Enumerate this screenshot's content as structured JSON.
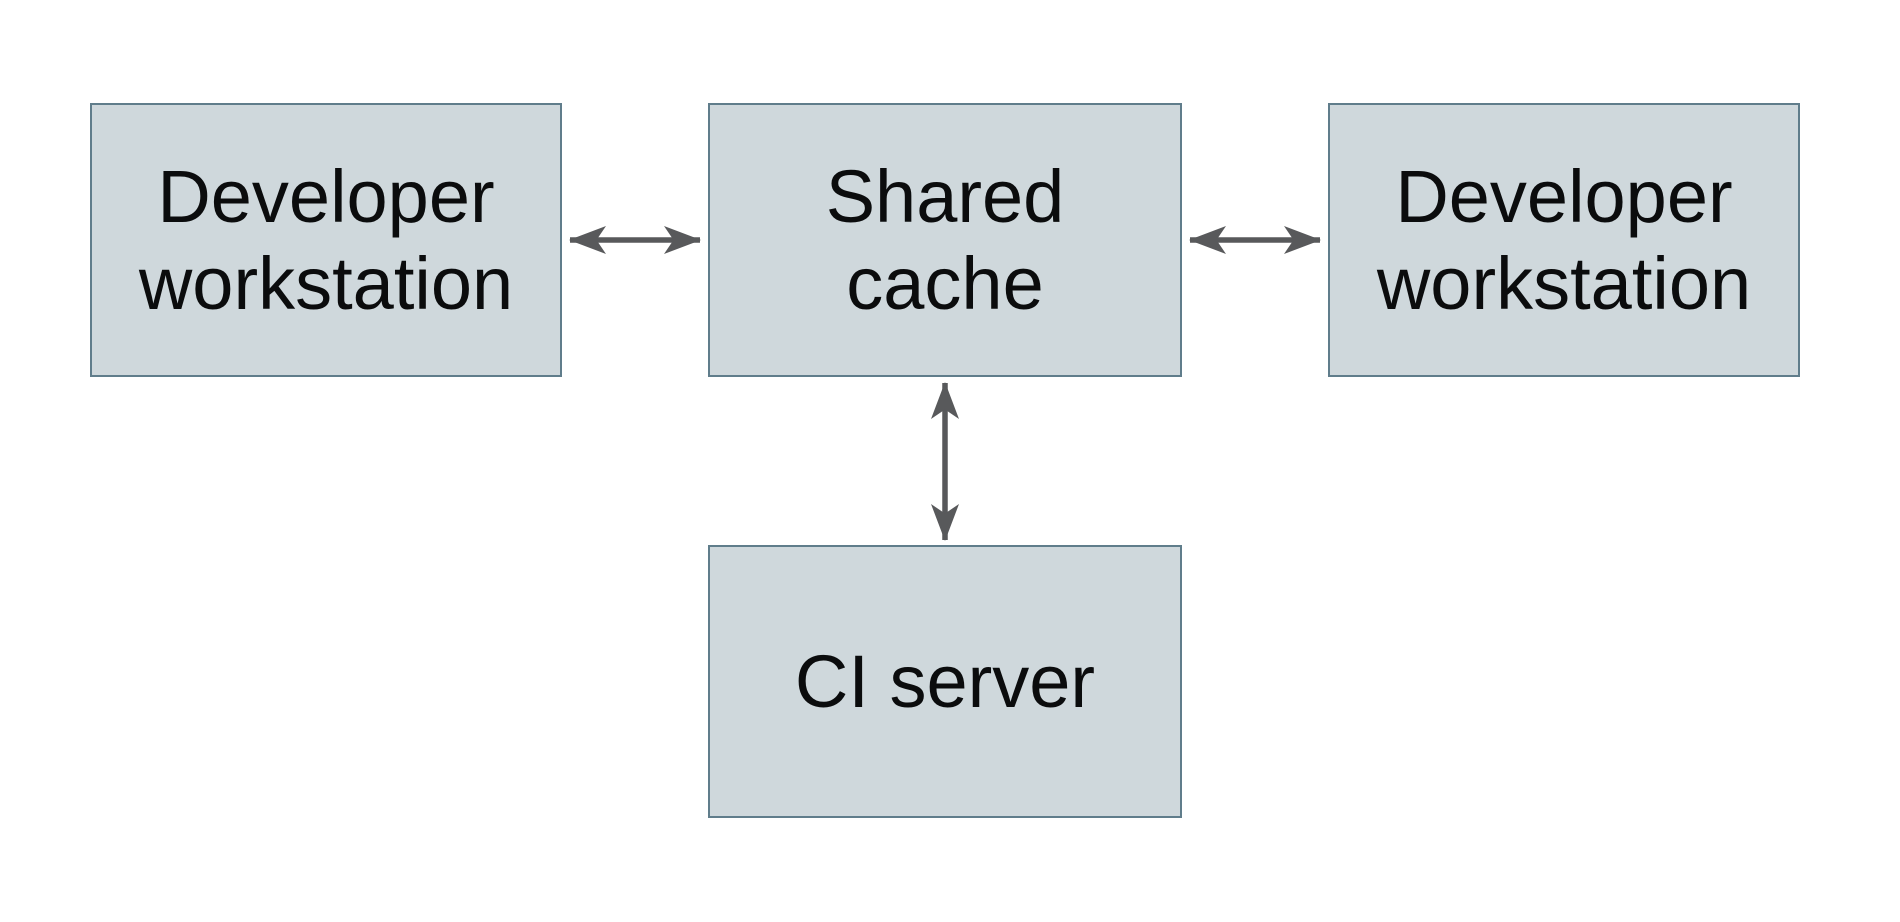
{
  "diagram": {
    "background_color": "#ffffff",
    "node_fill_color": "#cfd8dc",
    "node_border_color": "#607d8b",
    "arrow_color": "#58595b",
    "text_color": "#0b0c0d",
    "nodes": {
      "left_workstation": {
        "label": "Developer\nworkstation"
      },
      "shared_cache": {
        "label": "Shared\ncache"
      },
      "right_workstation": {
        "label": "Developer\nworkstation"
      },
      "ci_server": {
        "label": "CI server"
      }
    },
    "edges": [
      {
        "from": "left_workstation",
        "to": "shared_cache",
        "style": "double-headed-arrow"
      },
      {
        "from": "shared_cache",
        "to": "right_workstation",
        "style": "double-headed-arrow"
      },
      {
        "from": "shared_cache",
        "to": "ci_server",
        "style": "double-headed-arrow"
      }
    ]
  }
}
